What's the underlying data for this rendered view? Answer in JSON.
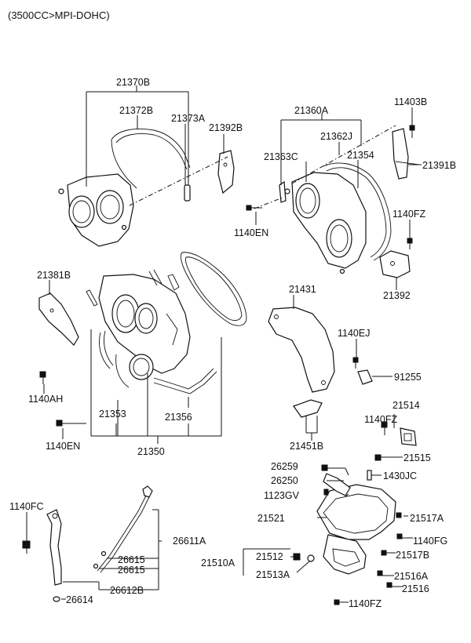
{
  "header": "(3500CC>MPI-DOHC)",
  "labels": {
    "p21370B": "21370B",
    "p21372B": "21372B",
    "p21373A": "21373A",
    "p21392B": "21392B",
    "p21360A": "21360A",
    "p11403B": "11403B",
    "p21363C": "21363C",
    "p21362J": "21362J",
    "p21354": "21354",
    "p21391B": "21391B",
    "p1140FZ_a": "1140FZ",
    "p1140EN_a": "1140EN",
    "p21392": "21392",
    "p21381B": "21381B",
    "p21431": "21431",
    "p1140EJ": "1140EJ",
    "p91255": "91255",
    "p1140AH": "1140AH",
    "p21353": "21353",
    "p21356": "21356",
    "p21514": "21514",
    "p1140FZ_b": "1140FZ",
    "p1140EN_b": "1140EN",
    "p21451B": "21451B",
    "p21350": "21350",
    "p21515": "21515",
    "p26259": "26259",
    "p26250": "26250",
    "p1430JC": "1430JC",
    "p1123GV": "1123GV",
    "p1140FC": "1140FC",
    "p21521": "21521",
    "p21517A": "21517A",
    "p26611A": "26611A",
    "p1140FG": "1140FG",
    "p21510A": "21510A",
    "p21512": "21512",
    "p21517B": "21517B",
    "p26615_a": "26615",
    "p26615_b": "26615",
    "p21513A": "21513A",
    "p21516A": "21516A",
    "p26612B": "26612B",
    "p21516": "21516",
    "p26614": "26614",
    "p1140FZ_c": "1140FZ"
  }
}
